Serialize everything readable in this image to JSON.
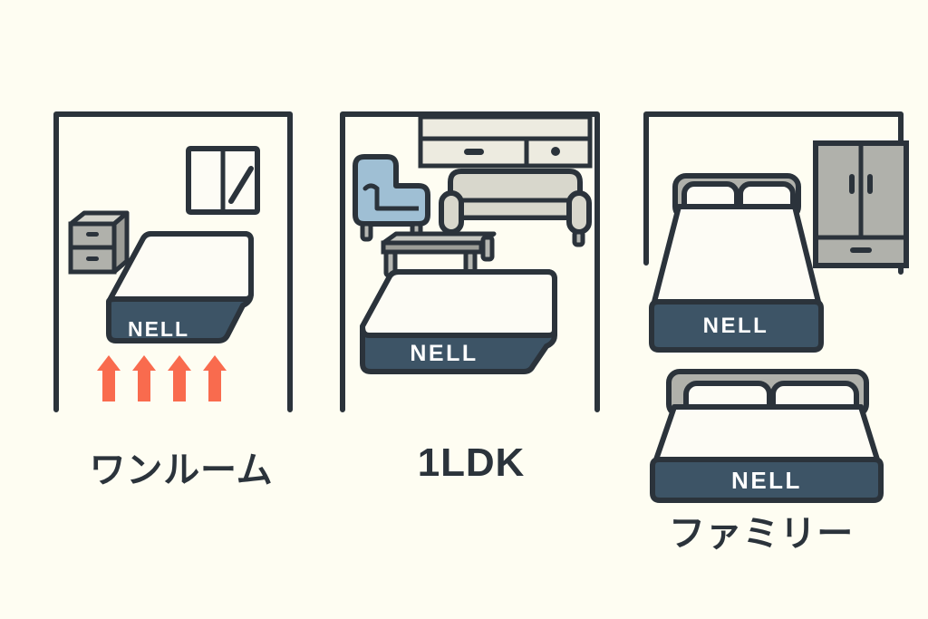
{
  "background_color": "#FEFDF2",
  "palette": {
    "outline": "#2B333B",
    "mattress_base": "#3D5466",
    "mattress_top": "#FDFCF5",
    "mattress_side_shadow": "#35485A",
    "furniture_gray": "#B0B1AB",
    "furniture_light": "#E8E7DC",
    "armchair_blue": "#9FBFD4",
    "arrow_orange": "#F96B4E",
    "brand_text": "#FFFFFF",
    "caption_text": "#2B333B"
  },
  "brand": {
    "name": "NELL"
  },
  "panels": [
    {
      "id": "one-room",
      "caption": "ワンルーム",
      "room_walls": "left-top-right",
      "items": [
        {
          "name": "nightstand",
          "label": "nightstand-two-drawers",
          "drawers": 2
        },
        {
          "name": "window",
          "label": "window-two-pane",
          "panes": 2
        },
        {
          "name": "mattress",
          "label": "single-mattress-isometric",
          "brand_text": "NELL"
        },
        {
          "name": "arrows",
          "label": "upward-arrows",
          "count": 4,
          "color": "#F96B4E"
        }
      ]
    },
    {
      "id": "one-ldk",
      "caption": "1LDK",
      "room_walls": "left-top-right",
      "items": [
        {
          "name": "sideboard",
          "label": "wall-sideboard-with-drawers",
          "drawers": 2
        },
        {
          "name": "armchair",
          "label": "armchair-blue"
        },
        {
          "name": "sofa",
          "label": "two-seat-sofa"
        },
        {
          "name": "coffee-table",
          "label": "low-coffee-table"
        },
        {
          "name": "mattress",
          "label": "double-mattress-isometric",
          "brand_text": "NELL"
        }
      ]
    },
    {
      "id": "family",
      "caption": "ファミリー",
      "room_walls": "left-top-right",
      "items": [
        {
          "name": "wardrobe",
          "label": "wardrobe-two-door-with-drawer",
          "doors": 2,
          "drawers": 1
        },
        {
          "name": "bed-upper",
          "label": "double-bed-with-two-pillows",
          "pillows": 2,
          "brand_text": "NELL"
        },
        {
          "name": "bed-lower",
          "label": "family-bed-with-two-pillows",
          "pillows": 2,
          "brand_text": "NELL"
        }
      ]
    }
  ]
}
